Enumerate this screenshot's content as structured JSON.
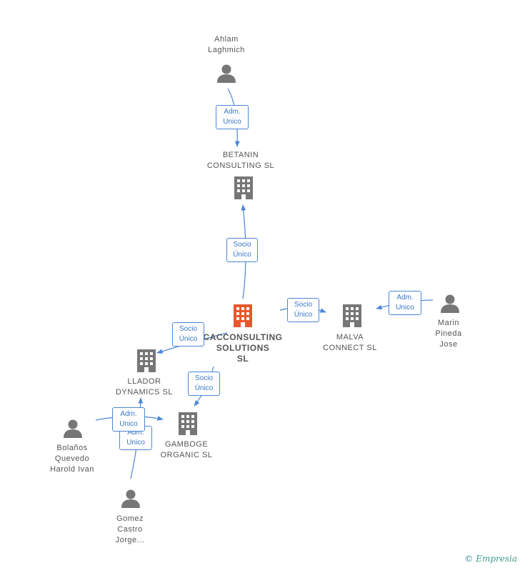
{
  "colors": {
    "edge": "#4a86d6",
    "icon": "#767676",
    "main_icon": "#e8572c",
    "label_text": "#555555"
  },
  "nodes": {
    "ahlam": {
      "label": "Ahlam\nLaghmich",
      "type": "person"
    },
    "betanin": {
      "label": "BETANIN\nCONSULTING SL",
      "type": "company"
    },
    "cacconsulting": {
      "label": "CACCONSULTING\nSOLUTIONS\nSL",
      "type": "company-main"
    },
    "malva": {
      "label": "MALVA\nCONNECT SL",
      "type": "company"
    },
    "marin": {
      "label": "Marin\nPineda\nJose",
      "type": "person"
    },
    "llador": {
      "label": "LLADOR\nDYNAMICS SL",
      "type": "company"
    },
    "gamboge": {
      "label": "GAMBOGE\nORGANIC SL",
      "type": "company"
    },
    "bolanos": {
      "label": "Bolaños\nQuevedo\nHarold Ivan",
      "type": "person"
    },
    "gomez": {
      "label": "Gomez\nCastro\nJorge...",
      "type": "person"
    }
  },
  "edges": {
    "ahlam_betanin": "Adm.\nUnico",
    "cac_betanin": "Socio\nÚnico",
    "cac_malva": "Socio\nÚnico",
    "marin_malva": "Adm.\nUnico",
    "cac_llador": "Socio\nÚnico",
    "cac_gamboge": "Socio\nÚnico",
    "bolanos_gamboge": "Adm.\nUnico",
    "gomez_llador": "Adm.\nUnico"
  },
  "watermark": {
    "copyright": "©",
    "brand": "Empresia"
  }
}
